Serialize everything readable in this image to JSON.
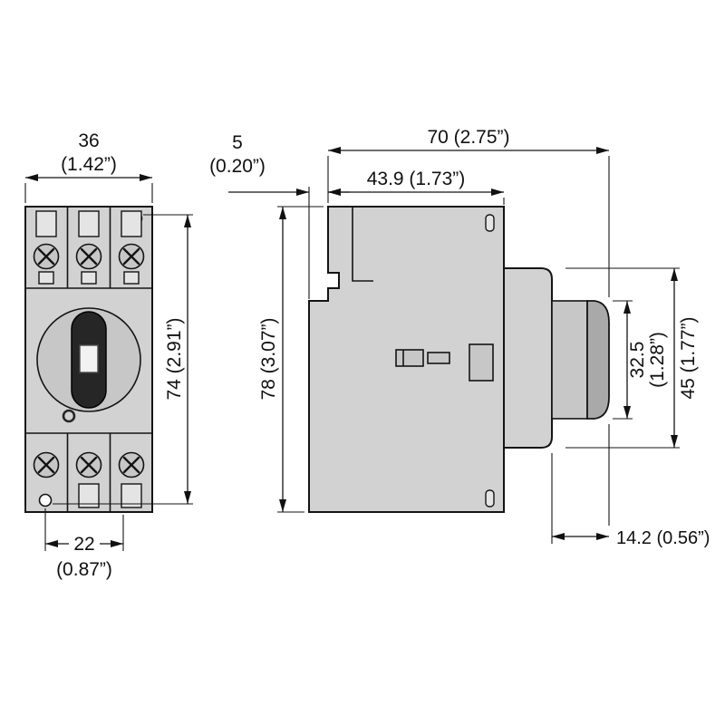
{
  "colors": {
    "body-fill": "#d2d2d2",
    "detail-fill": "#c7c7c7",
    "slot-fill": "#e4e4e4",
    "dark": "#262626",
    "knob-front": "#a9a9a9",
    "line": "#141414"
  },
  "dims": {
    "front_width_mm": "36",
    "front_width_in": "(1.42”)",
    "front_height": "74 (2.91”)",
    "hole_spacing_mm": "22",
    "hole_spacing_in": "(0.87”)",
    "clip_offset_mm": "5",
    "clip_offset_in": "(0.20”)",
    "total_depth": "70 (2.75”)",
    "body_depth": "43.9 (1.73”)",
    "overall_height": "78 (3.07”)",
    "knob_diameter_mm": "32.5",
    "knob_diameter_in": "(1.28”)",
    "handle_size": "45 (1.77”)",
    "knob_projection": "14.2 (0.56”)"
  }
}
